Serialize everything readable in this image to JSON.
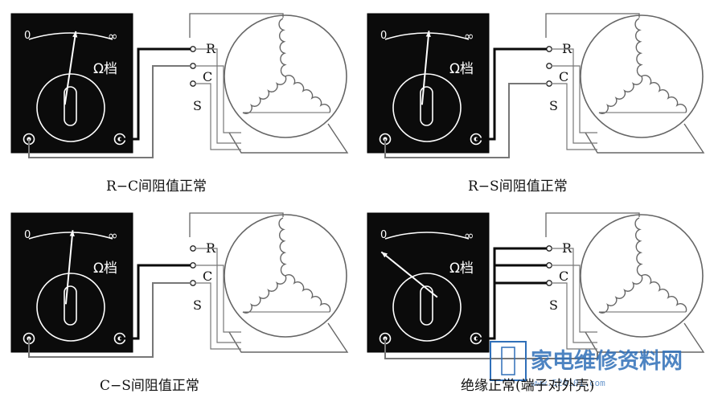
{
  "panels": [
    {
      "caption": "R−C间阻值正常",
      "scale_zero": "0",
      "scale_inf": "∞",
      "range_label": "Ω档",
      "terminals": [
        "R",
        "C",
        "S"
      ],
      "needle_level": 0.42,
      "probe_terminals": [
        "R",
        "C"
      ]
    },
    {
      "caption": "R−S间阻值正常",
      "scale_zero": "0",
      "scale_inf": "∞",
      "range_label": "Ω档",
      "terminals": [
        "R",
        "C",
        "S"
      ],
      "needle_level": 0.45,
      "probe_terminals": [
        "R",
        "S"
      ]
    },
    {
      "caption": "C−S间阻值正常",
      "scale_zero": "0",
      "scale_inf": "∞",
      "range_label": "Ω档",
      "terminals": [
        "R",
        "C",
        "S"
      ],
      "needle_level": 0.45,
      "probe_terminals": [
        "C",
        "S"
      ]
    },
    {
      "caption": "绝缘正常(端子对外壳)",
      "scale_zero": "0",
      "scale_inf": "∞",
      "range_label": "Ω档",
      "terminals": [
        "R",
        "C",
        "S"
      ],
      "needle_level": 0.97,
      "probe_terminals": [
        "R",
        "C",
        "S"
      ]
    }
  ],
  "watermark": {
    "logo_text": "家电维修资料网",
    "url_text": "www.520101.com"
  },
  "colors": {
    "meter_body": "#0b0b0b",
    "meter_line": "#ffffff",
    "wire": "#777777",
    "probe_wire": "#0a0a0a",
    "motor_line": "#666666",
    "logo": "#2f6fb8"
  }
}
